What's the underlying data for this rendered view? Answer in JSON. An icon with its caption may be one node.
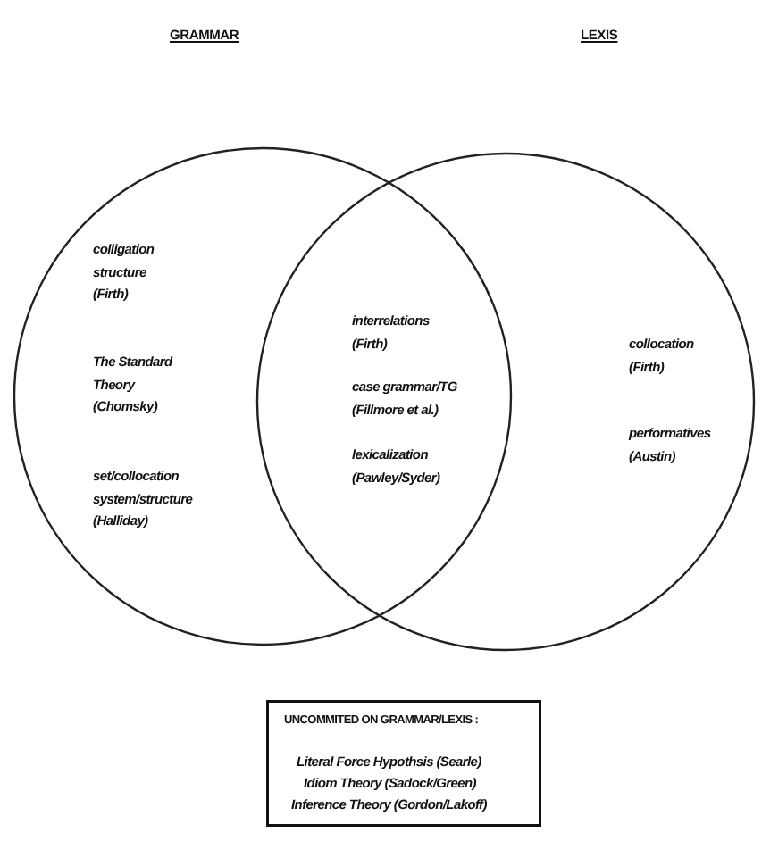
{
  "diagram": {
    "nodes": [
      {
        "text": [
          "colligation structure (Firth)",
          "The Standard Theory (Chomsky)",
          "set/collocation system/structure (Halliday)"
        ]
      },
      {
        "text": [
          "collocation (Firth)",
          "performatives (Austin)"
        ]
      },
      {
        "text": [
          "UNCOMMITED ON GRAMMAR/LEXIS :",
          "Literal Force Hypothsis (Searle)",
          "Idiom Theory (Sadock/Green)",
          "Inference Theory (Gordon/Lakoff)"
        ]
      }
    ],
    "labels": [
      "GRAMMAR",
      "LEXIS",
      "interrelations (Firth)",
      "case grammar/TG (Fillmore et al.)",
      "lexicalization (Pawley/Syder)"
    ]
  }
}
